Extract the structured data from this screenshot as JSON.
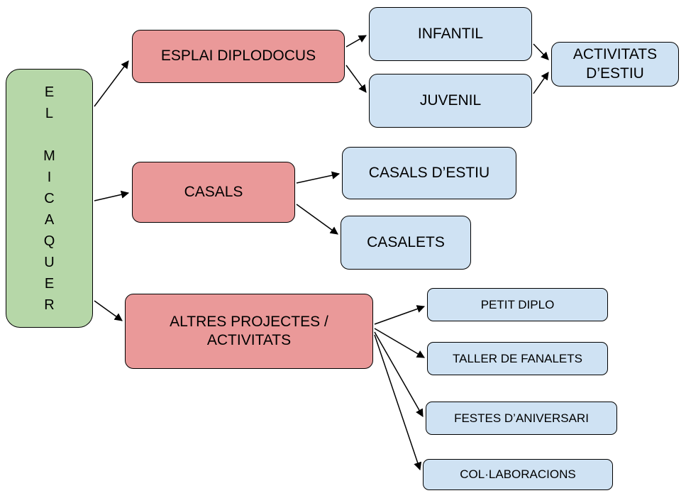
{
  "diagram": {
    "colors": {
      "root_green": "#b6d7a8",
      "branch_red": "#ea9999",
      "leaf_blue": "#cfe2f3",
      "border": "#000000",
      "background": "#ffffff"
    },
    "nodes": {
      "root": {
        "label": "E\nL\n\nM\nI\nC\nA\nQ\nU\nE\nR",
        "color": "#b6d7a8"
      },
      "esplai": {
        "label": "ESPLAI DIPLODOCUS",
        "color": "#ea9999"
      },
      "infantil": {
        "label": "INFANTIL",
        "color": "#cfe2f3"
      },
      "juvenil": {
        "label": "JUVENIL",
        "color": "#cfe2f3"
      },
      "activitats_estiu": {
        "label": "ACTIVITATS D’ESTIU",
        "color": "#cfe2f3"
      },
      "casals": {
        "label": "CASALS",
        "color": "#ea9999"
      },
      "casals_estiu": {
        "label": "CASALS D’ESTIU",
        "color": "#cfe2f3"
      },
      "casalets": {
        "label": "CASALETS",
        "color": "#cfe2f3"
      },
      "altres": {
        "label": "ALTRES PROJECTES / ACTIVITATS",
        "color": "#ea9999"
      },
      "petit_diplo": {
        "label": "PETIT DIPLO",
        "color": "#cfe2f3"
      },
      "taller_fanalets": {
        "label": "TALLER DE FANALETS",
        "color": "#cfe2f3"
      },
      "festes_aniversari": {
        "label": "FESTES D’ANIVERSARI",
        "color": "#cfe2f3"
      },
      "collaboracions": {
        "label": "COL·LABORACIONS",
        "color": "#cfe2f3"
      }
    },
    "edges": [
      {
        "from": "root",
        "to": "esplai"
      },
      {
        "from": "root",
        "to": "casals"
      },
      {
        "from": "root",
        "to": "altres"
      },
      {
        "from": "esplai",
        "to": "infantil"
      },
      {
        "from": "esplai",
        "to": "juvenil"
      },
      {
        "from": "infantil",
        "to": "activitats_estiu"
      },
      {
        "from": "juvenil",
        "to": "activitats_estiu"
      },
      {
        "from": "casals",
        "to": "casals_estiu"
      },
      {
        "from": "casals",
        "to": "casalets"
      },
      {
        "from": "altres",
        "to": "petit_diplo"
      },
      {
        "from": "altres",
        "to": "taller_fanalets"
      },
      {
        "from": "altres",
        "to": "festes_aniversari"
      },
      {
        "from": "altres",
        "to": "collaboracions"
      }
    ]
  }
}
